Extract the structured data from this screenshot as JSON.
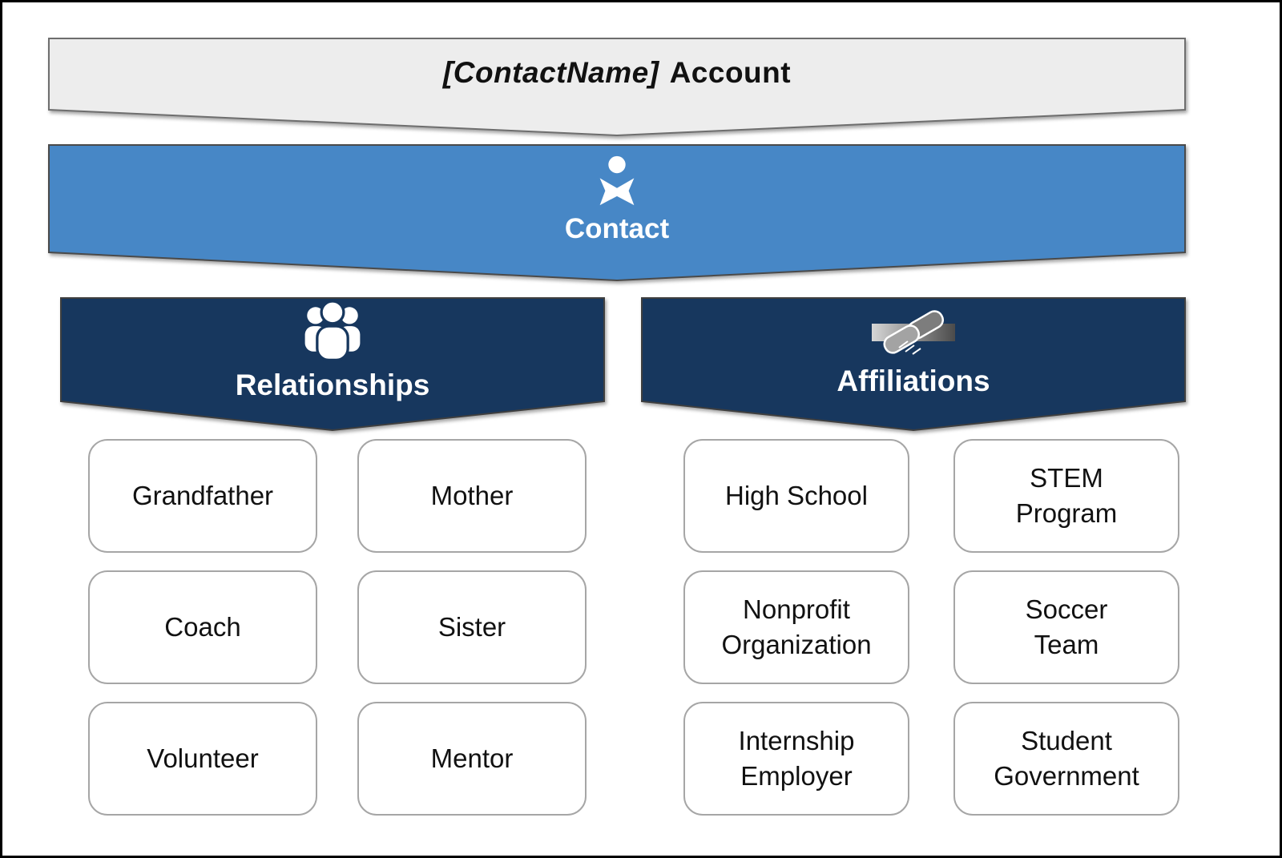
{
  "account_banner": {
    "contact_name": "[ContactName]",
    "suffix": "Account"
  },
  "contact_banner": {
    "label": "Contact",
    "icon": "person-icon"
  },
  "sections": [
    {
      "label": "Relationships",
      "icon": "people-group-icon",
      "items": [
        "Grandfather",
        "Mother",
        "Coach",
        "Sister",
        "Volunteer",
        "Mentor"
      ]
    },
    {
      "label": "Affiliations",
      "icon": "handshake-icon",
      "items": [
        "High School",
        "STEM\nProgram",
        "Nonprofit\nOrganization",
        "Soccer\nTeam",
        "Internship\nEmployer",
        "Student\nGovernment"
      ]
    }
  ],
  "colors": {
    "account_fill": "#EDEDED",
    "account_border": "#6E6E6E",
    "contact_fill": "#4787C6",
    "contact_border": "#4A4A4A",
    "section_fill": "#17375E",
    "section_border": "#3F3F3F",
    "box_border": "#A6A6A6",
    "icon_white": "#FFFFFF",
    "frame_border": "#000000"
  }
}
